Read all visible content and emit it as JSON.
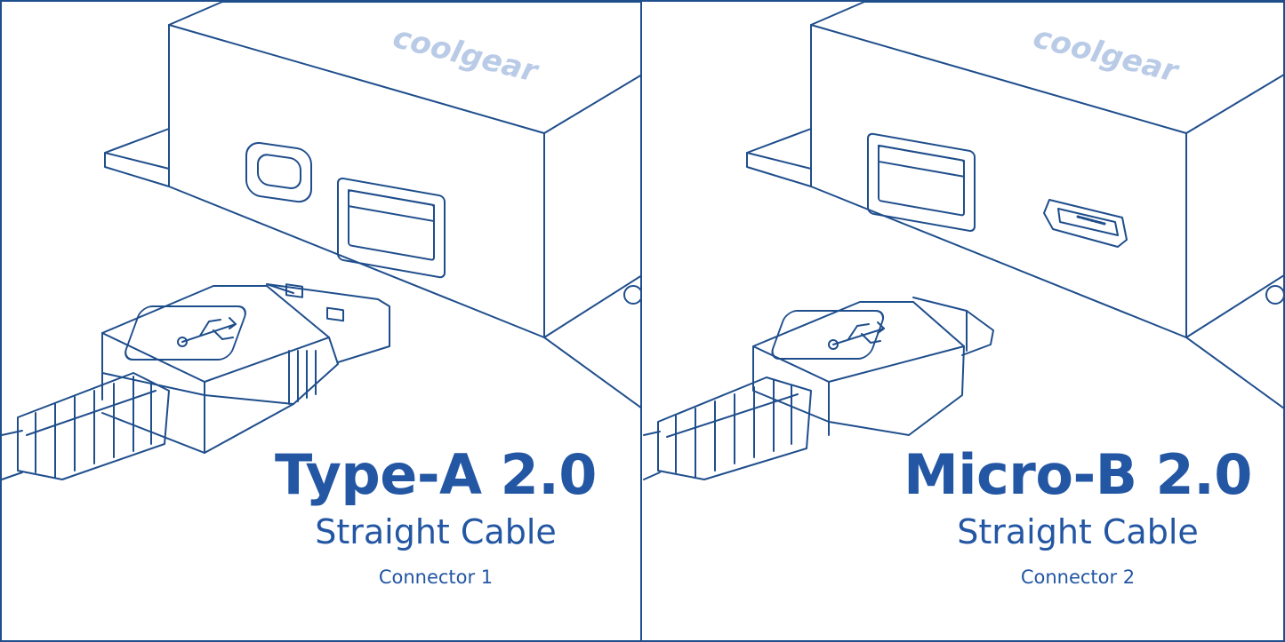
{
  "brand": {
    "logo_text": "coolgear"
  },
  "panels": [
    {
      "title": "Type-A 2.0",
      "subtitle": "Straight Cable",
      "label": "Connector 1"
    },
    {
      "title": "Micro-B 2.0",
      "subtitle": "Straight Cable",
      "label": "Connector 2"
    }
  ],
  "colors": {
    "line": "#1f4e8c",
    "text": "#2356a3",
    "logo": "#b9cbe6",
    "background": "#ffffff"
  },
  "icons": [
    "usb-trident-icon",
    "usb-c-port-icon",
    "usb-a-port-icon",
    "micro-b-port-icon"
  ]
}
